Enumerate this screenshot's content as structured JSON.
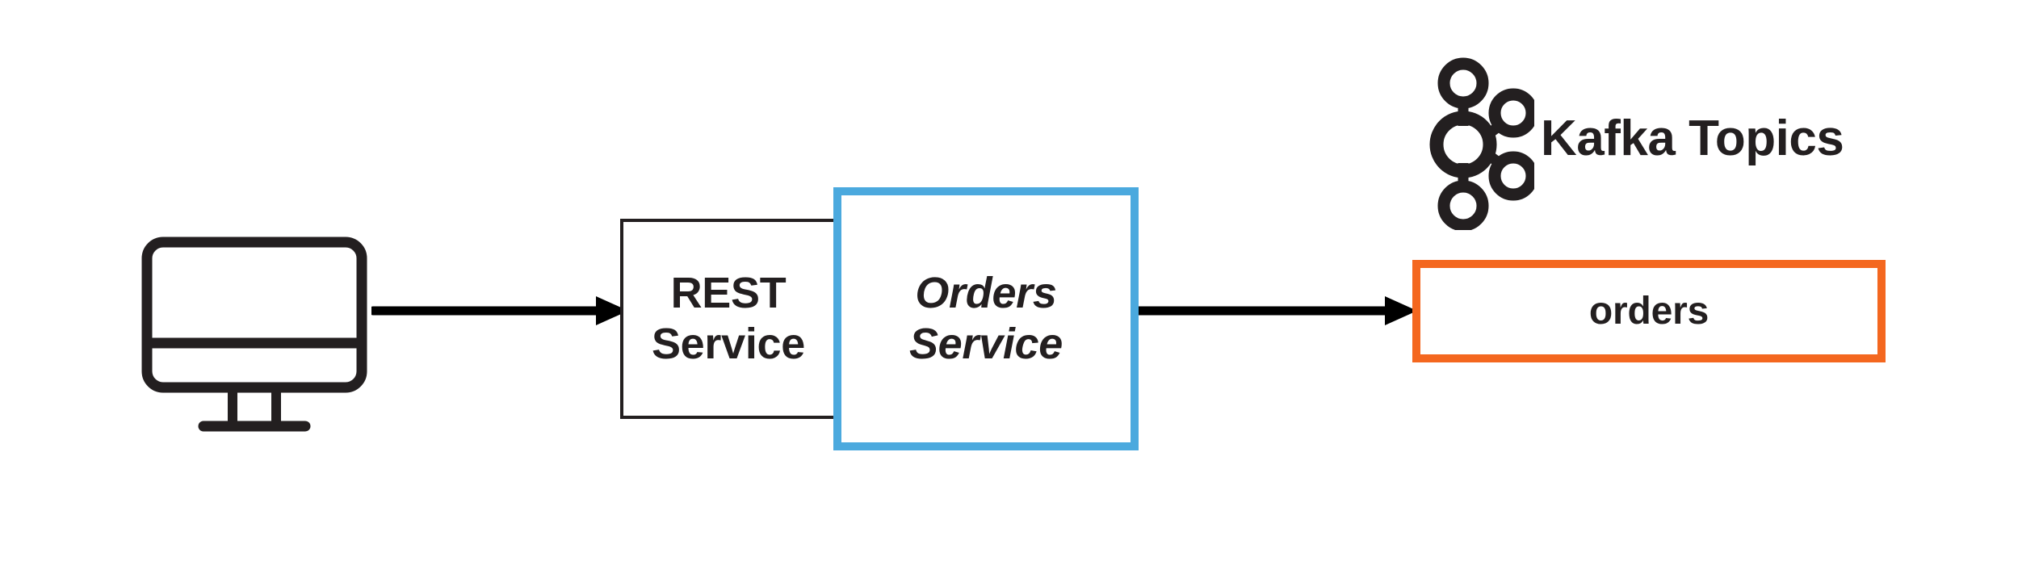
{
  "diagram": {
    "title": "Orders Service to Kafka Topics flow",
    "background_color": "#ffffff",
    "colors": {
      "ink": "#231f20",
      "accent_blue": "#4ba9de",
      "accent_orange": "#f4671f",
      "arrow": "#000000",
      "box_fill": "#ffffff"
    },
    "nodes": {
      "client": {
        "icon": "desktop-monitor-icon",
        "label": ""
      },
      "rest_service": {
        "label": "REST\nService",
        "line1": "REST",
        "line2": "Service",
        "border_color": "#231f20",
        "style": "bold"
      },
      "orders_service": {
        "label": "Orders\nService",
        "line1": "Orders",
        "line2": "Service",
        "border_color": "#4ba9de",
        "style": "bold-italic"
      },
      "orders_topic": {
        "label": "orders",
        "border_color": "#f4671f",
        "style": "bold"
      }
    },
    "kafka": {
      "logo_icon": "kafka-logo-icon",
      "caption": "Kafka Topics"
    },
    "arrows": [
      {
        "name": "client-to-rest-arrow",
        "from": "client",
        "to": "rest_service",
        "direction": "right"
      },
      {
        "name": "orders-to-topic-arrow",
        "from": "orders_service",
        "to": "orders_topic",
        "direction": "right"
      }
    ]
  }
}
